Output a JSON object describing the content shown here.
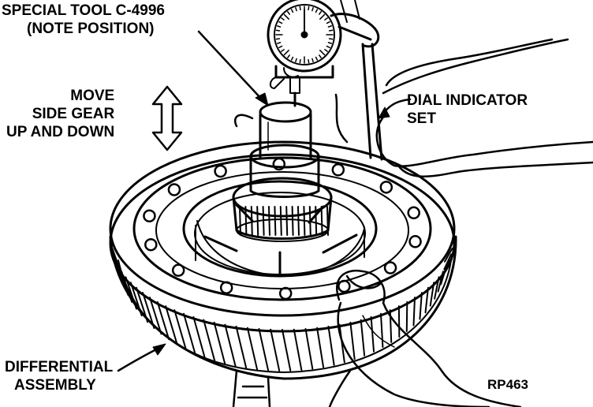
{
  "labels": {
    "special_tool": [
      "SPECIAL TOOL C-4996",
      "(NOTE POSITION)"
    ],
    "move_side_gear": [
      "MOVE",
      "SIDE GEAR",
      "UP AND DOWN"
    ],
    "dial_indicator": [
      "DIAL INDICATOR",
      "SET"
    ],
    "differential": [
      "DIFFERENTIAL",
      "ASSEMBLY"
    ],
    "figure_code": "RP463"
  },
  "colors": {
    "ink": "#000000",
    "paper": "#ffffff"
  }
}
